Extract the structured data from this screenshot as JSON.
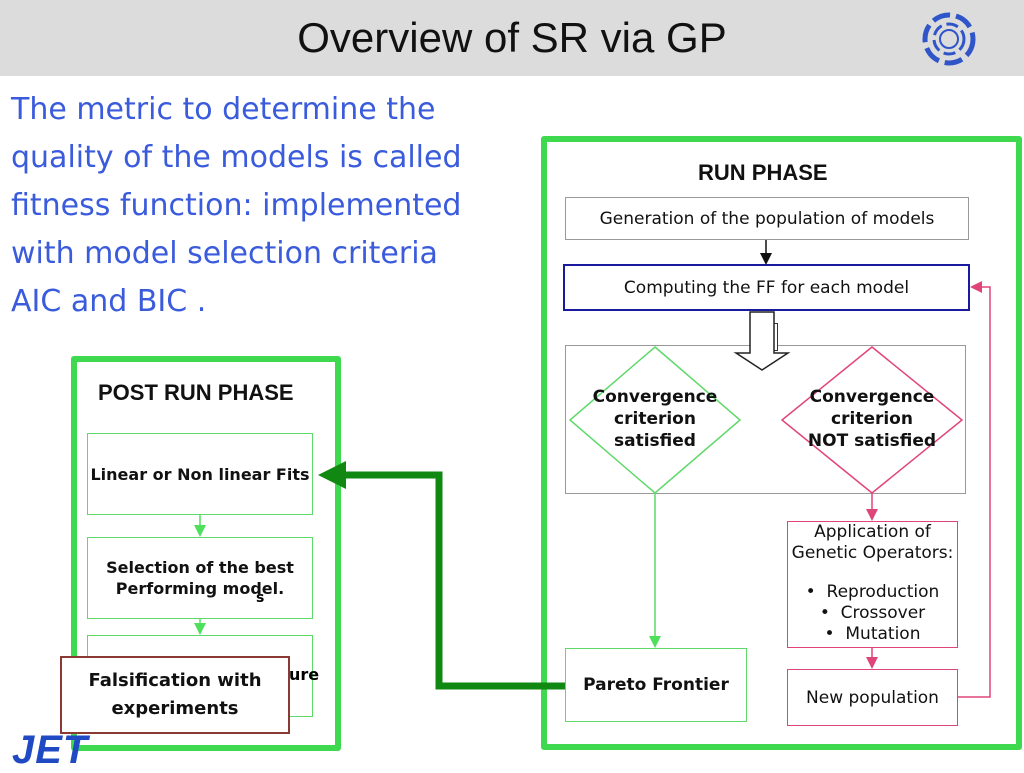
{
  "header": {
    "title": "Overview of SR via GP"
  },
  "intro": {
    "lines": [
      "The metric to determine the",
      "quality of the models is called",
      "fitness function: implemented",
      "with model selection criteria",
      "AIC and BIC ."
    ]
  },
  "run_phase": {
    "title": "RUN PHASE",
    "generation": "Generation of the population of models",
    "computing": "Computing the FF for each model",
    "question": "?",
    "converged": [
      "Convergence",
      "criterion",
      "satisfied"
    ],
    "not_converged": [
      "Convergence",
      "criterion",
      "NOT satisfied"
    ],
    "operators_heading": [
      "Application of",
      "Genetic Operators:"
    ],
    "operators": [
      "Reproduction",
      "Crossover",
      "Mutation"
    ],
    "pareto": "Pareto Frontier",
    "new_population": "New population"
  },
  "post_phase": {
    "title": "POST RUN PHASE",
    "fits": "Linear or Non linear Fits",
    "selection_line1": "Selection of the best",
    "selection_line2": "Performing model.",
    "selection_stray": "s",
    "partial_text": "ure"
  },
  "falsification": {
    "line1": "Falsification with",
    "line2": "experiments"
  },
  "footer": {
    "logo_text": "JET"
  },
  "colors": {
    "panel_green": "#3fd94f",
    "arrow_green": "#118811",
    "intro_blue": "#3a5bdc",
    "loop_pink": "#e0457a",
    "box_blue": "#1a1a9e"
  }
}
